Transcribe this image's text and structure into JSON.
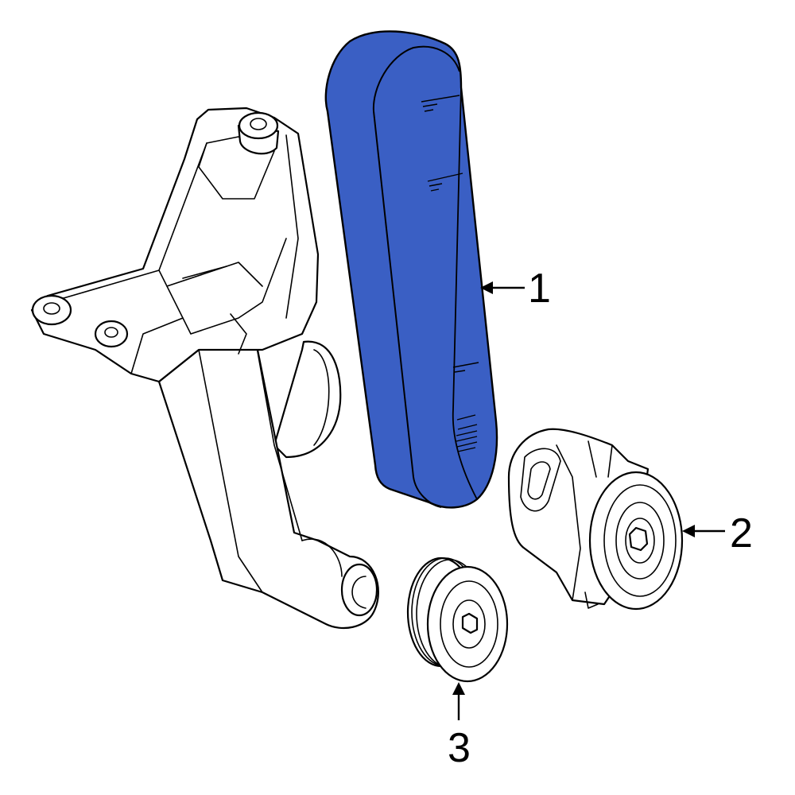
{
  "colors": {
    "highlight": "#3a5fc4",
    "line": "#000000",
    "background": "#ffffff"
  },
  "callouts": [
    {
      "number": "1",
      "part": "serpentine-belt"
    },
    {
      "number": "2",
      "part": "belt-tensioner"
    },
    {
      "number": "3",
      "part": "idler-pulley"
    }
  ]
}
